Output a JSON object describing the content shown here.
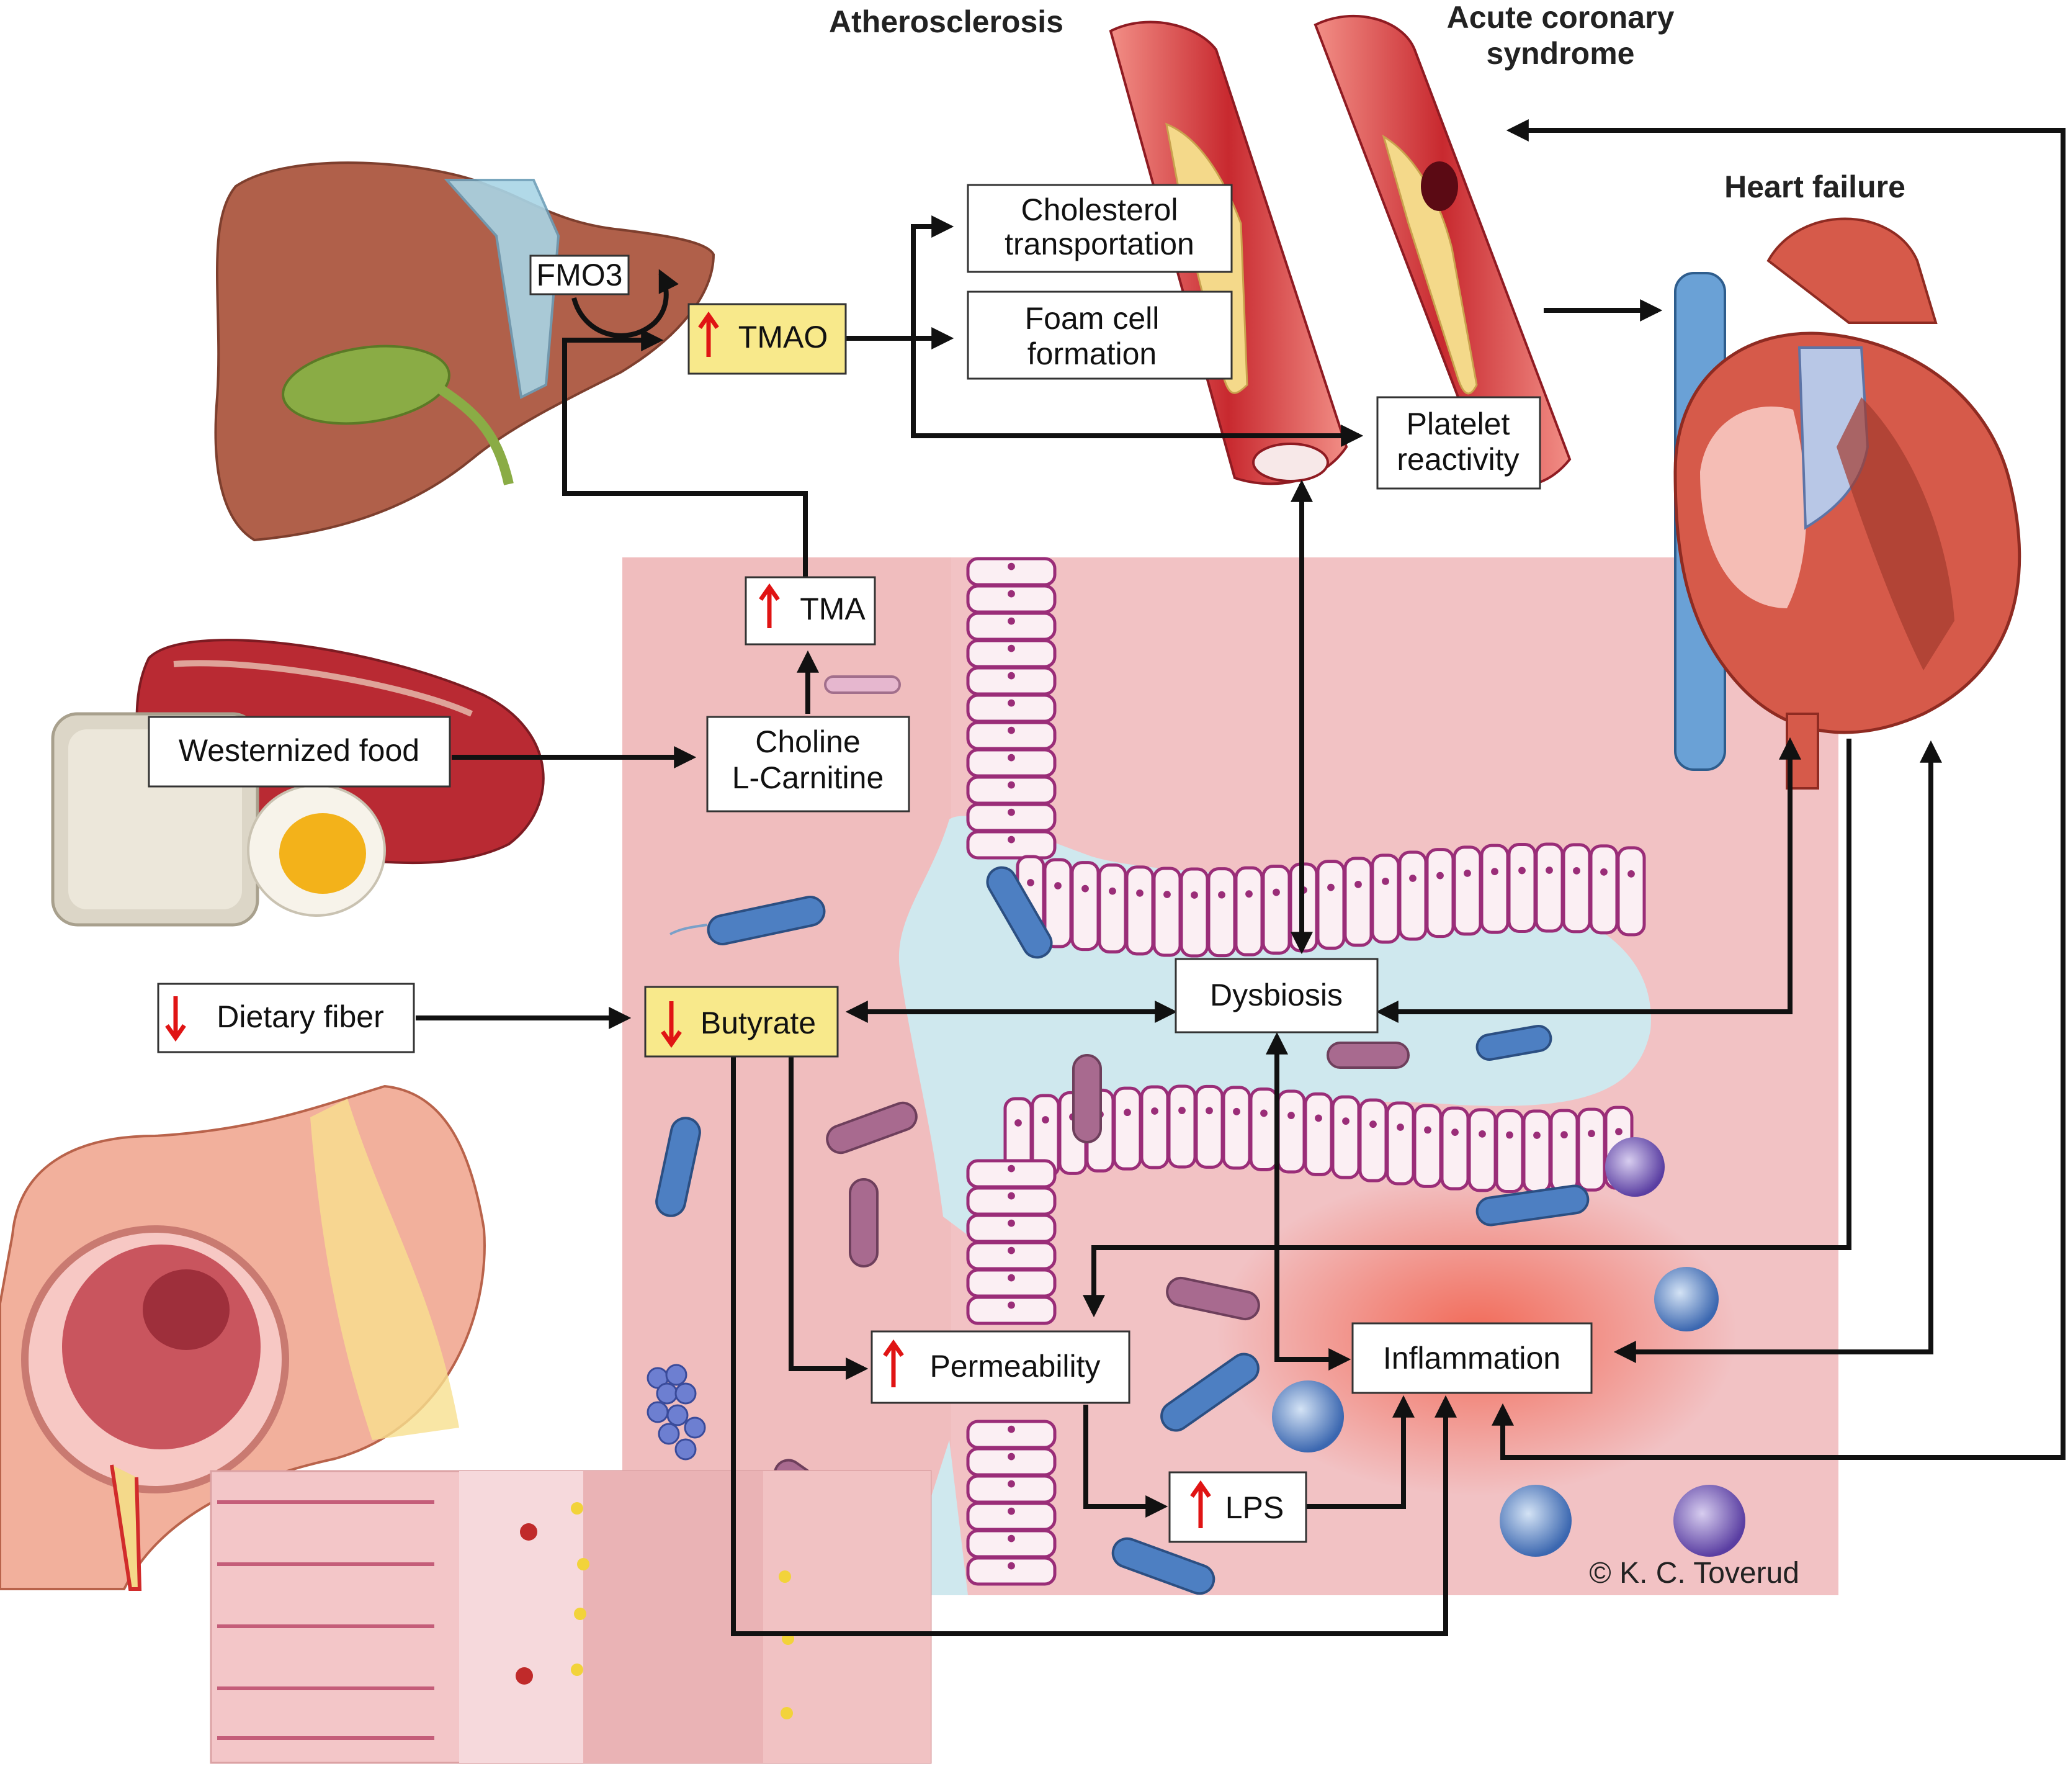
{
  "titles": {
    "atherosclerosis": "Atherosclerosis",
    "acs_line1": "Acute coronary",
    "acs_line2": "syndrome",
    "heart_failure": "Heart failure"
  },
  "boxes": {
    "fmo3": "FMO3",
    "tmao": "TMAO",
    "cholesterol_1": "Cholesterol",
    "cholesterol_2": "transportation",
    "foam_1": "Foam cell",
    "foam_2": "formation",
    "platelet_1": "Platelet",
    "platelet_2": "reactivity",
    "tma": "TMA",
    "choline_1": "Choline",
    "choline_2": "L-Carnitine",
    "westernized_food": "Westernized food",
    "dietary_fiber": "Dietary fiber",
    "butyrate": "Butyrate",
    "dysbiosis": "Dysbiosis",
    "permeability": "Permeability",
    "inflammation": "Inflammation",
    "lps": "LPS"
  },
  "credit": "© K. C. Toverud",
  "colors": {
    "gut_panel": "#f2c2c4",
    "lumen": "#cfe8ee",
    "highlight_box": "#f8e98b",
    "increase_arrow": "#e01414",
    "decrease_arrow": "#e01414",
    "flow_arrow": "#111111",
    "vessel": "#c8292f",
    "liver": "#b0604a",
    "heart": "#d65a4a"
  },
  "icons": [
    "liver-illustration",
    "gallbladder-illustration",
    "artery-plaque-illustration",
    "ruptured-plaque-illustration",
    "heart-cross-section-illustration",
    "food-illustration",
    "colon-illustration",
    "intestinal-wall-illustration",
    "bacteria-icon",
    "immune-cell-icon"
  ]
}
